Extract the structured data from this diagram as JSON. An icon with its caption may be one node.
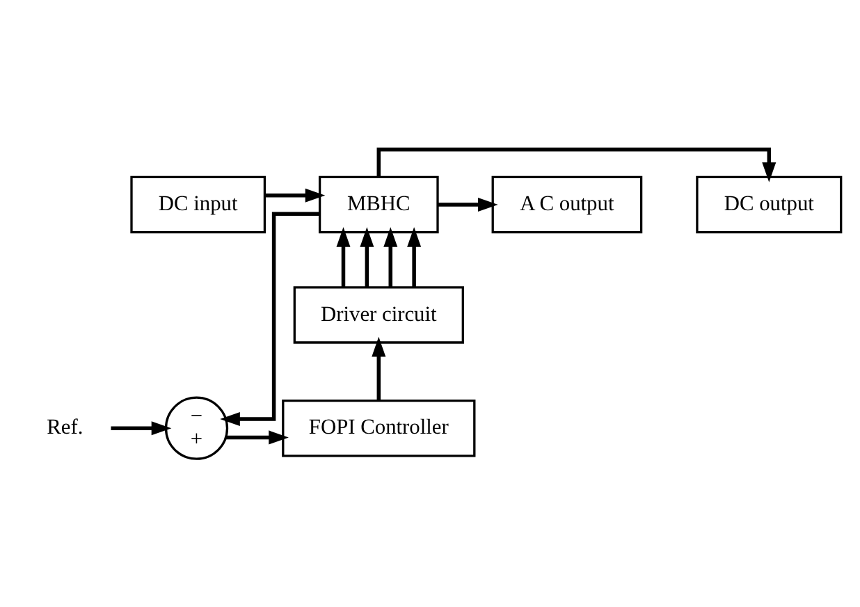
{
  "diagram": {
    "nodes": [
      {
        "text": [
          "DC input"
        ]
      },
      {
        "text": [
          "MBHC"
        ]
      },
      {
        "text": [
          "DC output"
        ]
      },
      {
        "text": [
          "A C output"
        ]
      },
      {
        "text": [
          "Driver circuit"
        ]
      },
      {
        "text": [
          "FOPI Controller"
        ]
      },
      {
        "text": [
          "−",
          "+"
        ]
      },
      {
        "text": [
          "Ref."
        ]
      }
    ],
    "edges": [
      {
        "from": 0,
        "to": 1,
        "arrow": "to"
      },
      {
        "from": 1,
        "to": 2,
        "arrow": "to"
      },
      {
        "from": 1,
        "to": 3,
        "arrow": "to"
      },
      {
        "from": 4,
        "to": 1,
        "arrow": "to"
      },
      {
        "from": 4,
        "to": 1,
        "arrow": "to"
      },
      {
        "from": 4,
        "to": 1,
        "arrow": "to"
      },
      {
        "from": 4,
        "to": 1,
        "arrow": "to"
      },
      {
        "from": 5,
        "to": 4,
        "arrow": "to"
      },
      {
        "from": 1,
        "to": 6,
        "arrow": "to"
      },
      {
        "from": 7,
        "to": 6,
        "arrow": "to"
      },
      {
        "from": 6,
        "to": 5,
        "arrow": "to"
      }
    ]
  }
}
